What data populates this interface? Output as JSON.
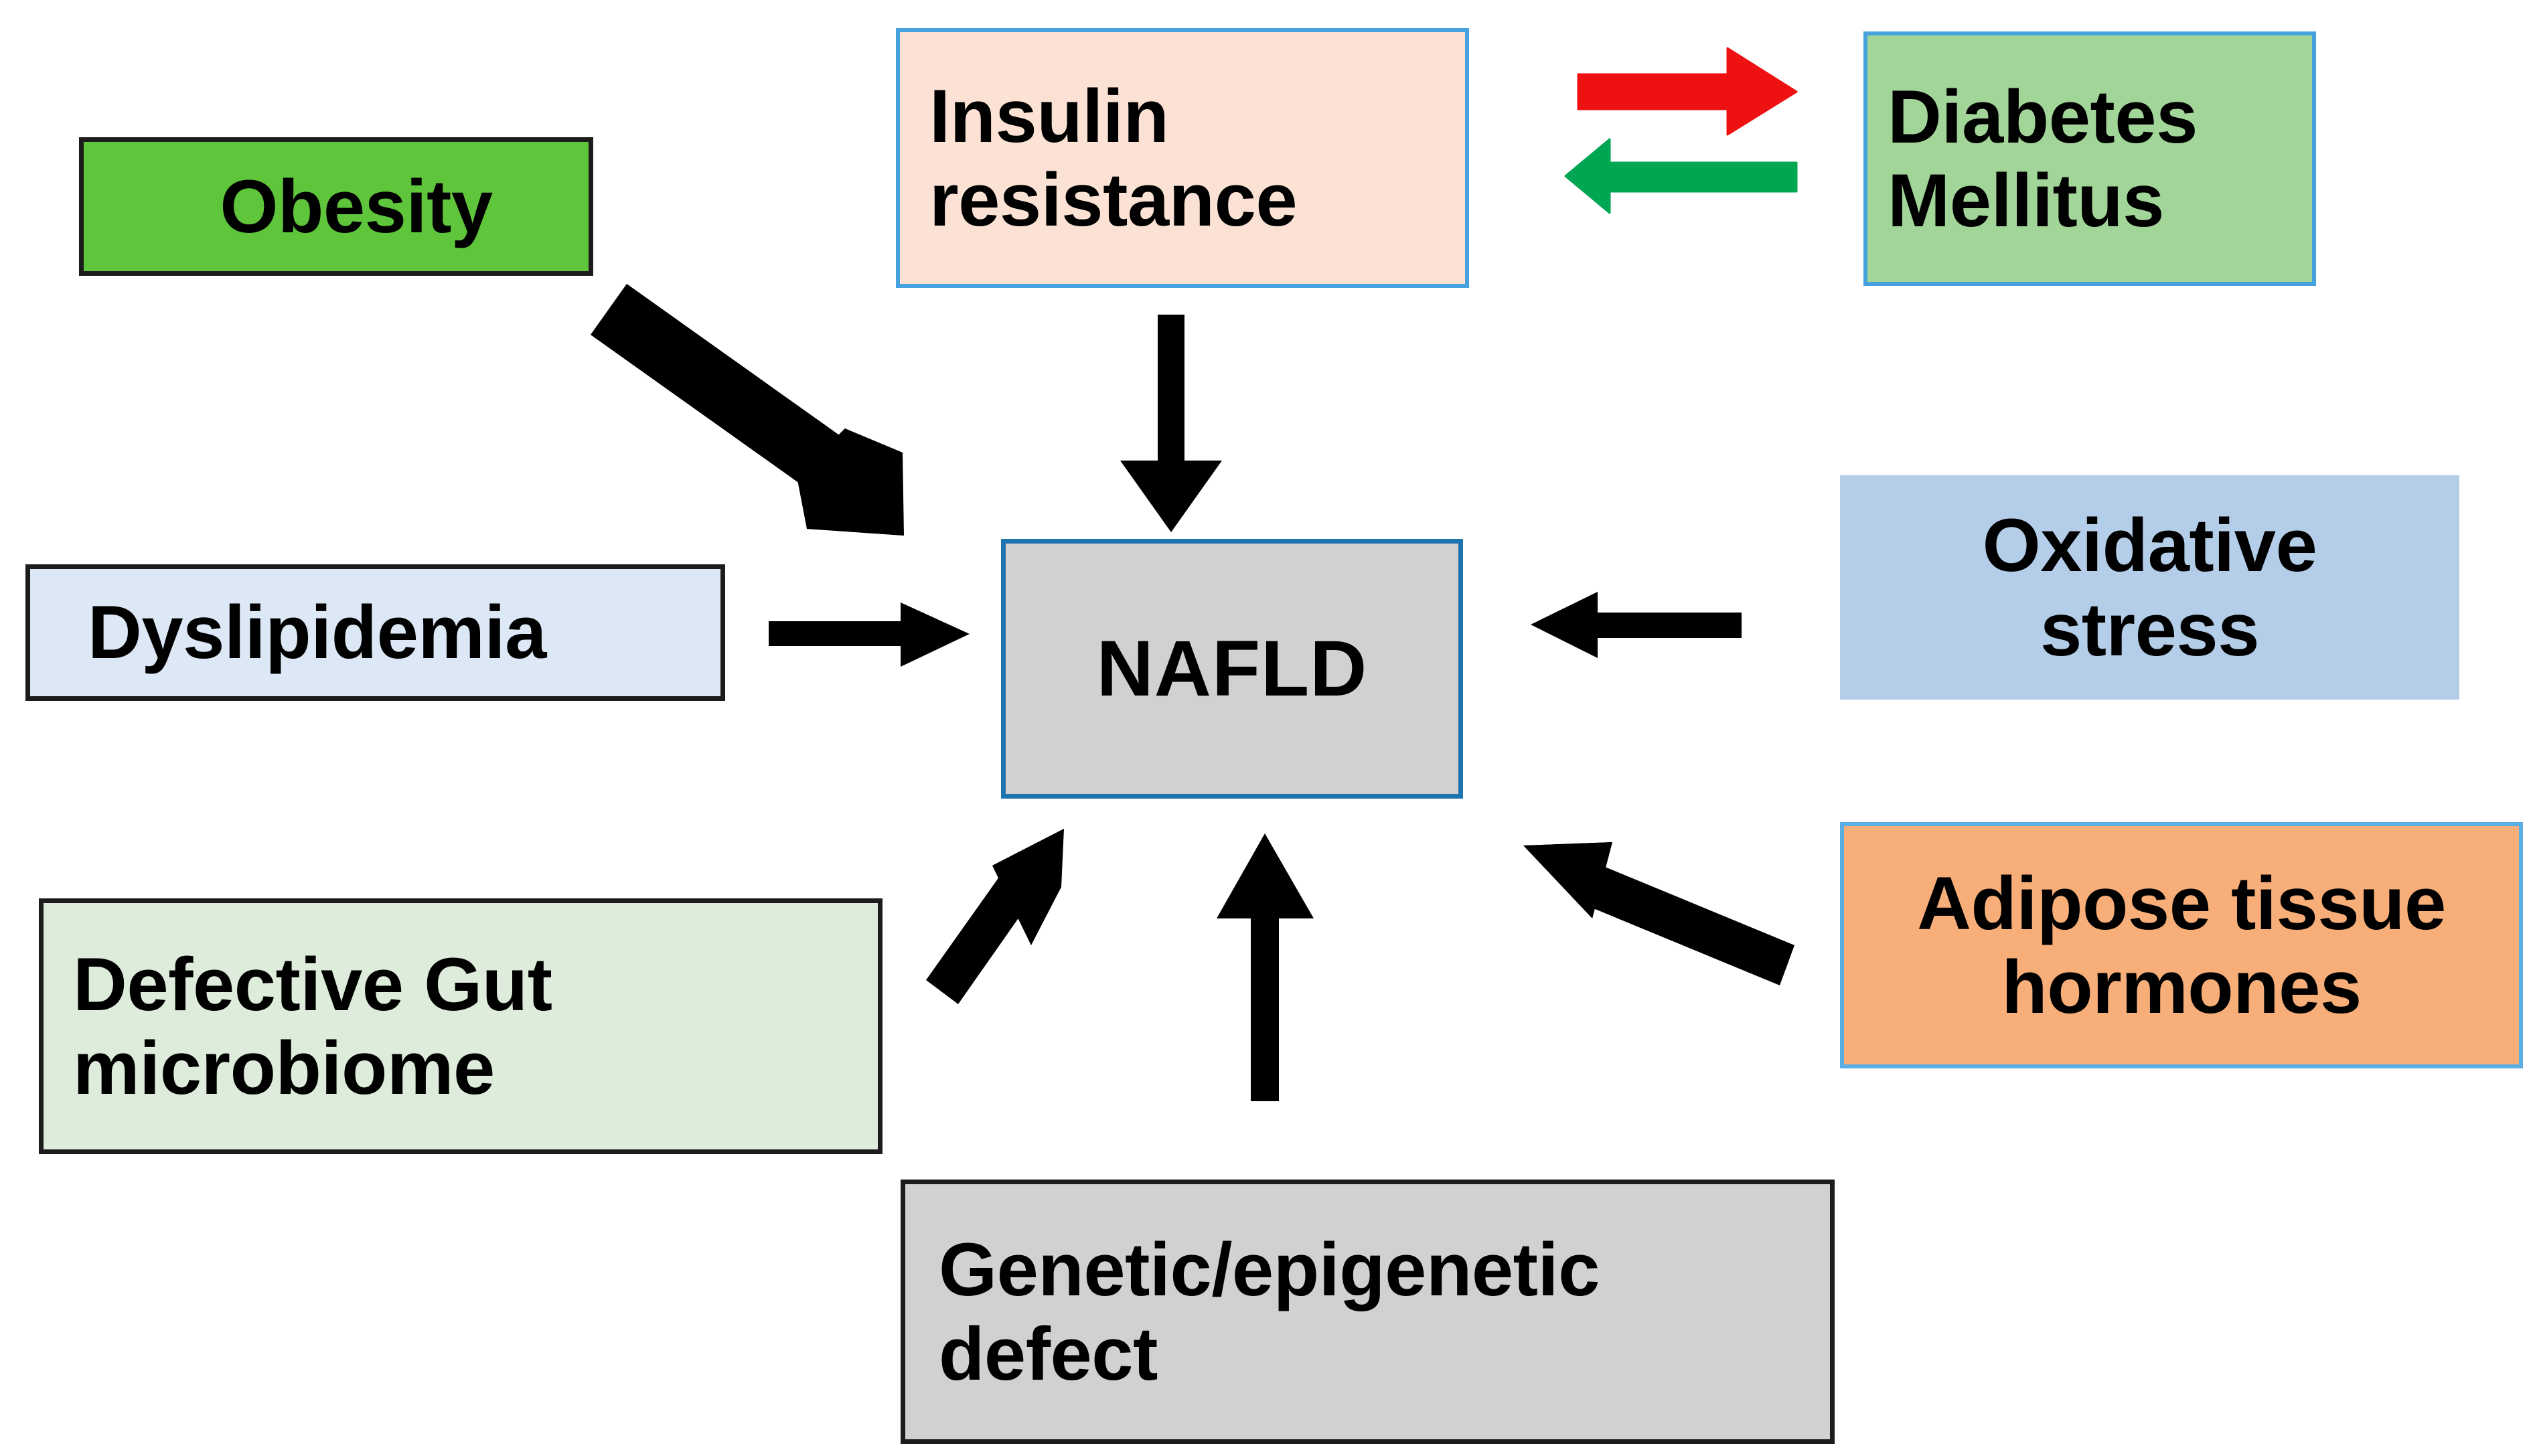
{
  "diagram": {
    "title": "NAFLD pathogenesis factors",
    "background": "#FFFFFF",
    "center_node": "NAFLD"
  },
  "nodes": {
    "obesity": {
      "label": "Obesity",
      "fill": "#5FC63C",
      "border": "#1C1C1C"
    },
    "insulin_resistance": {
      "label": "Insulin\nresistance",
      "fill": "#FBE2D4",
      "border": "#46A2DF"
    },
    "diabetes_mellitus": {
      "label": "Diabetes\nMellitus",
      "fill": "#A2D698",
      "border": "#46A2DF"
    },
    "dyslipidemia": {
      "label": "Dyslipidemia",
      "fill": "#DCE8F5",
      "border": "#1C1C1C"
    },
    "nafld": {
      "label": "NAFLD",
      "fill": "#D2D0D0",
      "border": "#1F73AE"
    },
    "oxidative_stress": {
      "label": "Oxidative\nstress",
      "fill": "#B4CDE8",
      "border": "#B4CDE8"
    },
    "adipose_tissue_hormones": {
      "label": "Adipose tissue\nhormones",
      "fill": "#F7AE78",
      "border": "#5AAEE3"
    },
    "gut_microbiome": {
      "label": "Defective Gut\nmicrobiome",
      "fill": "#DEEDDB",
      "border": "#1C1C1C"
    },
    "genetic_defect": {
      "label": "Genetic/epigenetic\ndefect",
      "fill": "#D2D0D0",
      "border": "#1C1C1C"
    }
  },
  "arrows": [
    {
      "name": "obesity-to-nafld",
      "from": "obesity",
      "to": "nafld",
      "color": "#000000",
      "direction": "down-right"
    },
    {
      "name": "insulin-resistance-to-nafld",
      "from": "insulin_resistance",
      "to": "nafld",
      "color": "#000000",
      "direction": "down"
    },
    {
      "name": "insulin-resistance-to-diabetes",
      "from": "insulin_resistance",
      "to": "diabetes_mellitus",
      "color": "#EE1111",
      "direction": "right"
    },
    {
      "name": "diabetes-to-insulin-resistance",
      "from": "diabetes_mellitus",
      "to": "insulin_resistance",
      "color": "#00A651",
      "direction": "left"
    },
    {
      "name": "dyslipidemia-to-nafld",
      "from": "dyslipidemia",
      "to": "nafld",
      "color": "#000000",
      "direction": "right"
    },
    {
      "name": "oxidative-stress-to-nafld",
      "from": "oxidative_stress",
      "to": "nafld",
      "color": "#000000",
      "direction": "left"
    },
    {
      "name": "gut-microbiome-to-nafld",
      "from": "gut_microbiome",
      "to": "nafld",
      "color": "#000000",
      "direction": "up-right"
    },
    {
      "name": "genetic-defect-to-nafld",
      "from": "genetic_defect",
      "to": "nafld",
      "color": "#000000",
      "direction": "up"
    },
    {
      "name": "adipose-hormones-to-nafld",
      "from": "adipose_tissue_hormones",
      "to": "nafld",
      "color": "#000000",
      "direction": "up-left"
    }
  ]
}
